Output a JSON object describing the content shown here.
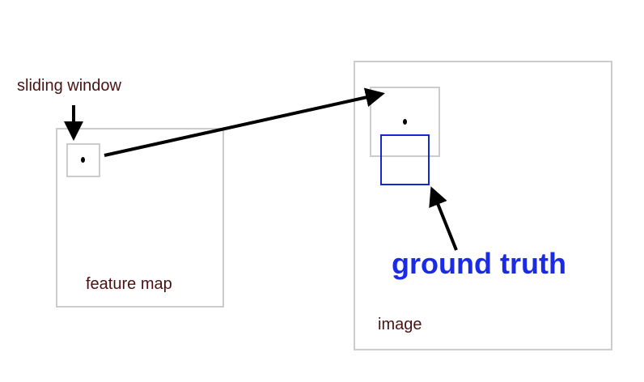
{
  "labels": {
    "sliding_window": "sliding window",
    "feature_map": "feature map",
    "image": "image",
    "ground_truth": "ground truth"
  },
  "colors": {
    "box_border": "#cccccc",
    "ground_truth_box": "#1428d0",
    "ground_truth_text": "#1a2ae6",
    "label_text": "#4a1212",
    "arrow": "#000000"
  },
  "icons": {
    "arrow_head": "arrow-head-icon",
    "center_dot": "center-dot-icon"
  }
}
